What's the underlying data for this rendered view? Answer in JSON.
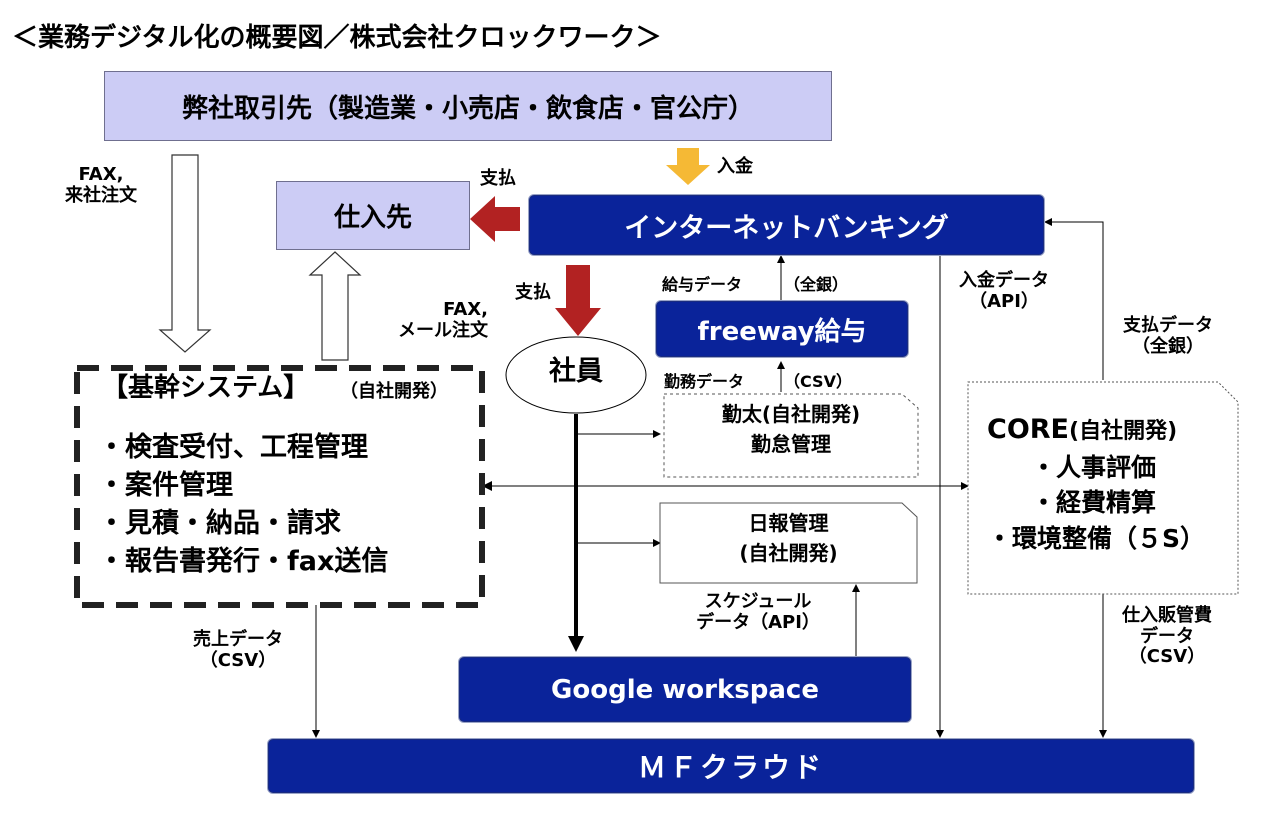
{
  "title": "＜業務デジタル化の概要図／株式会社クロックワーク＞",
  "colors": {
    "navy": "#0a239a",
    "light_box": "#ccccf5",
    "red_arrow": "#b22222",
    "yellow_arrow": "#f5b935"
  },
  "nodes": {
    "clients": "弊社取引先（製造業・小売店・飲食店・官公庁）",
    "suppliers": "仕入先",
    "banking": "インターネットバンキング",
    "employee": "社員",
    "freeway": "freeway給与",
    "kinta": {
      "line1": "勤太(自社開発)",
      "line2": "勤怠管理"
    },
    "nippo": {
      "line1": "日報管理",
      "line2": "(自社開発)"
    },
    "google": "Google workspace",
    "mf": "ＭＦクラウド",
    "core": {
      "title": "CORE",
      "title_suffix": "(自社開発)",
      "items": [
        "・人事評価",
        "・経費精算",
        "・環境整備（５S）"
      ]
    },
    "kikan": {
      "title": "【基幹システム】",
      "subtitle": "（自社開発）",
      "items": [
        "・検査受付、工程管理",
        "・案件管理",
        "・見積・納品・請求",
        "・報告書発行・fax送信"
      ]
    }
  },
  "labels": {
    "fax_order": {
      "line1": "FAX,",
      "line2": "来社注文"
    },
    "fax_mail": {
      "line1": "FAX,",
      "line2": "メール注文"
    },
    "deposit": "入金",
    "payment_supplier": "支払",
    "payment_employee": "支払",
    "salary_data": "給与データ",
    "zengin1": "（全銀）",
    "attendance_data": "勤務データ",
    "csv1": "（CSV）",
    "deposit_data": {
      "line1": "入金データ",
      "line2": "（API）"
    },
    "payment_data": {
      "line1": "支払データ",
      "line2": "（全銀）"
    },
    "schedule_data": {
      "line1": "スケジュール",
      "line2": "データ（API）"
    },
    "sales_data": {
      "line1": "売上データ",
      "line2": "（CSV）"
    },
    "purchase_data": {
      "line1": "仕入販管費",
      "line2": "データ",
      "line3": "（CSV）"
    }
  }
}
